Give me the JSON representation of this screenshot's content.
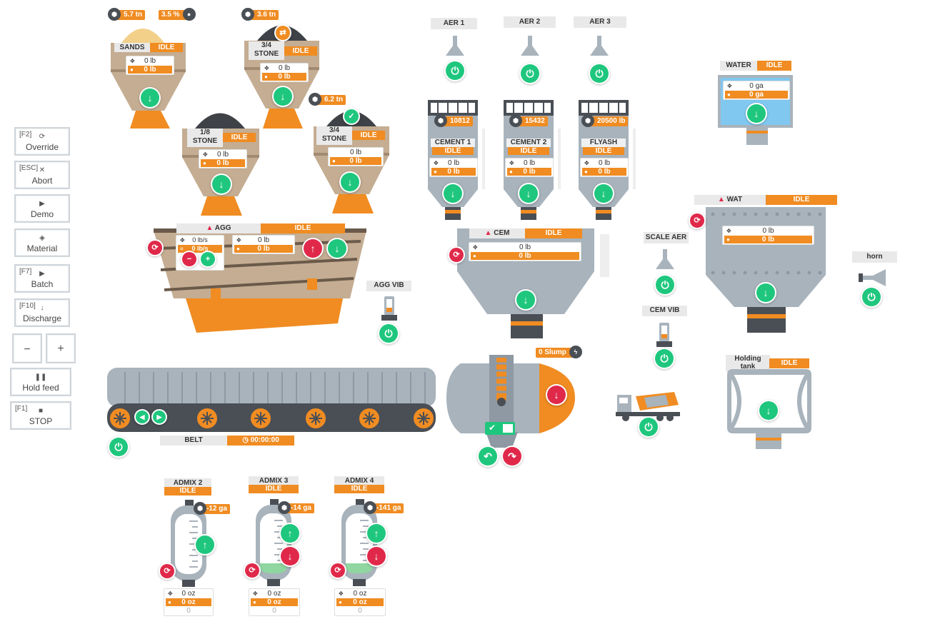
{
  "sidebar": {
    "override": {
      "key": "[F2]",
      "label": "Override"
    },
    "abort": {
      "key": "[ESC]",
      "label": "Abort"
    },
    "demo": {
      "label": "Demo"
    },
    "material": {
      "label": "Material"
    },
    "batch": {
      "key": "[F7]",
      "label": "Batch"
    },
    "discharge": {
      "key": "[F10]",
      "label": "Discharge"
    },
    "minus": "−",
    "plus": "+",
    "hold_feed": {
      "label": "Hold feed"
    },
    "stop": {
      "key": "[F1]",
      "label": "STOP"
    }
  },
  "sands": {
    "name": "SANDS",
    "status": "IDLE",
    "weight": "5.7 tn",
    "moisture": "3.5 %",
    "target": "0 lb",
    "actual": "0 lb"
  },
  "stone34a": {
    "name1": "3/4",
    "name2": "STONE",
    "status": "IDLE",
    "weight": "3.6 tn",
    "target": "0 lb",
    "actual": "0 lb"
  },
  "stone18": {
    "name1": "1/8",
    "name2": "STONE",
    "status": "IDLE",
    "target": "0 lb",
    "actual": "0 lb"
  },
  "stone34b": {
    "name1": "3/4",
    "name2": "STONE",
    "status": "IDLE",
    "weight": "6.2 tn",
    "target": "0 lb",
    "actual": "0 lb"
  },
  "agg": {
    "name": "AGG",
    "status": "IDLE",
    "rate_target": "0 lb/s",
    "rate_actual": "0 lb/s",
    "target": "0 lb",
    "actual": "0 lb"
  },
  "agg_vib": {
    "name": "AGG VIB"
  },
  "aer1": {
    "name": "AER 1"
  },
  "aer2": {
    "name": "AER 2"
  },
  "aer3": {
    "name": "AER 3"
  },
  "cement1": {
    "name": "CEMENT 1",
    "status": "IDLE",
    "stock": "10812",
    "target": "0 lb",
    "actual": "0 lb"
  },
  "cement2": {
    "name": "CEMENT 2",
    "status": "IDLE",
    "stock": "15432",
    "target": "0 lb",
    "actual": "0 lb"
  },
  "flyash": {
    "name": "FLYASH",
    "status": "IDLE",
    "stock": "20500 lb",
    "target": "0 lb",
    "actual": "0 lb"
  },
  "cem": {
    "name": "CEM",
    "status": "IDLE",
    "target": "0 lb",
    "actual": "0 lb"
  },
  "water": {
    "name": "WATER",
    "status": "IDLE",
    "target": "0 ga",
    "actual": "0 ga"
  },
  "wat": {
    "name": "WAT",
    "status": "IDLE",
    "target": "0 lb",
    "actual": "0 lb"
  },
  "scale_aer": {
    "name": "SCALE AER"
  },
  "cem_vib": {
    "name": "CEM VIB"
  },
  "horn": {
    "name": "horn"
  },
  "slump": {
    "value": "0 Slump"
  },
  "holding_tank": {
    "name1": "Holding",
    "name2": "tank",
    "status": "IDLE"
  },
  "belt": {
    "name": "BELT",
    "timer": "00:00:00"
  },
  "admix2": {
    "name": "ADMIX 2",
    "status": "IDLE",
    "level": "-12 ga",
    "target": "0 oz",
    "actual": "0 oz",
    "extra": "0"
  },
  "admix3": {
    "name": "ADMIX 3",
    "status": "IDLE",
    "level": "-14 ga",
    "target": "0 oz",
    "actual": "0 oz",
    "extra": "0"
  },
  "admix4": {
    "name": "ADMIX 4",
    "status": "IDLE",
    "level": "-141 ga",
    "target": "0 oz",
    "actual": "0 oz",
    "extra": "0"
  },
  "colors": {
    "accent": "#f08c22",
    "ok": "#1fc77e",
    "danger": "#e0294a",
    "steel": "#a8b3bc",
    "sand": "#c4ad92"
  }
}
